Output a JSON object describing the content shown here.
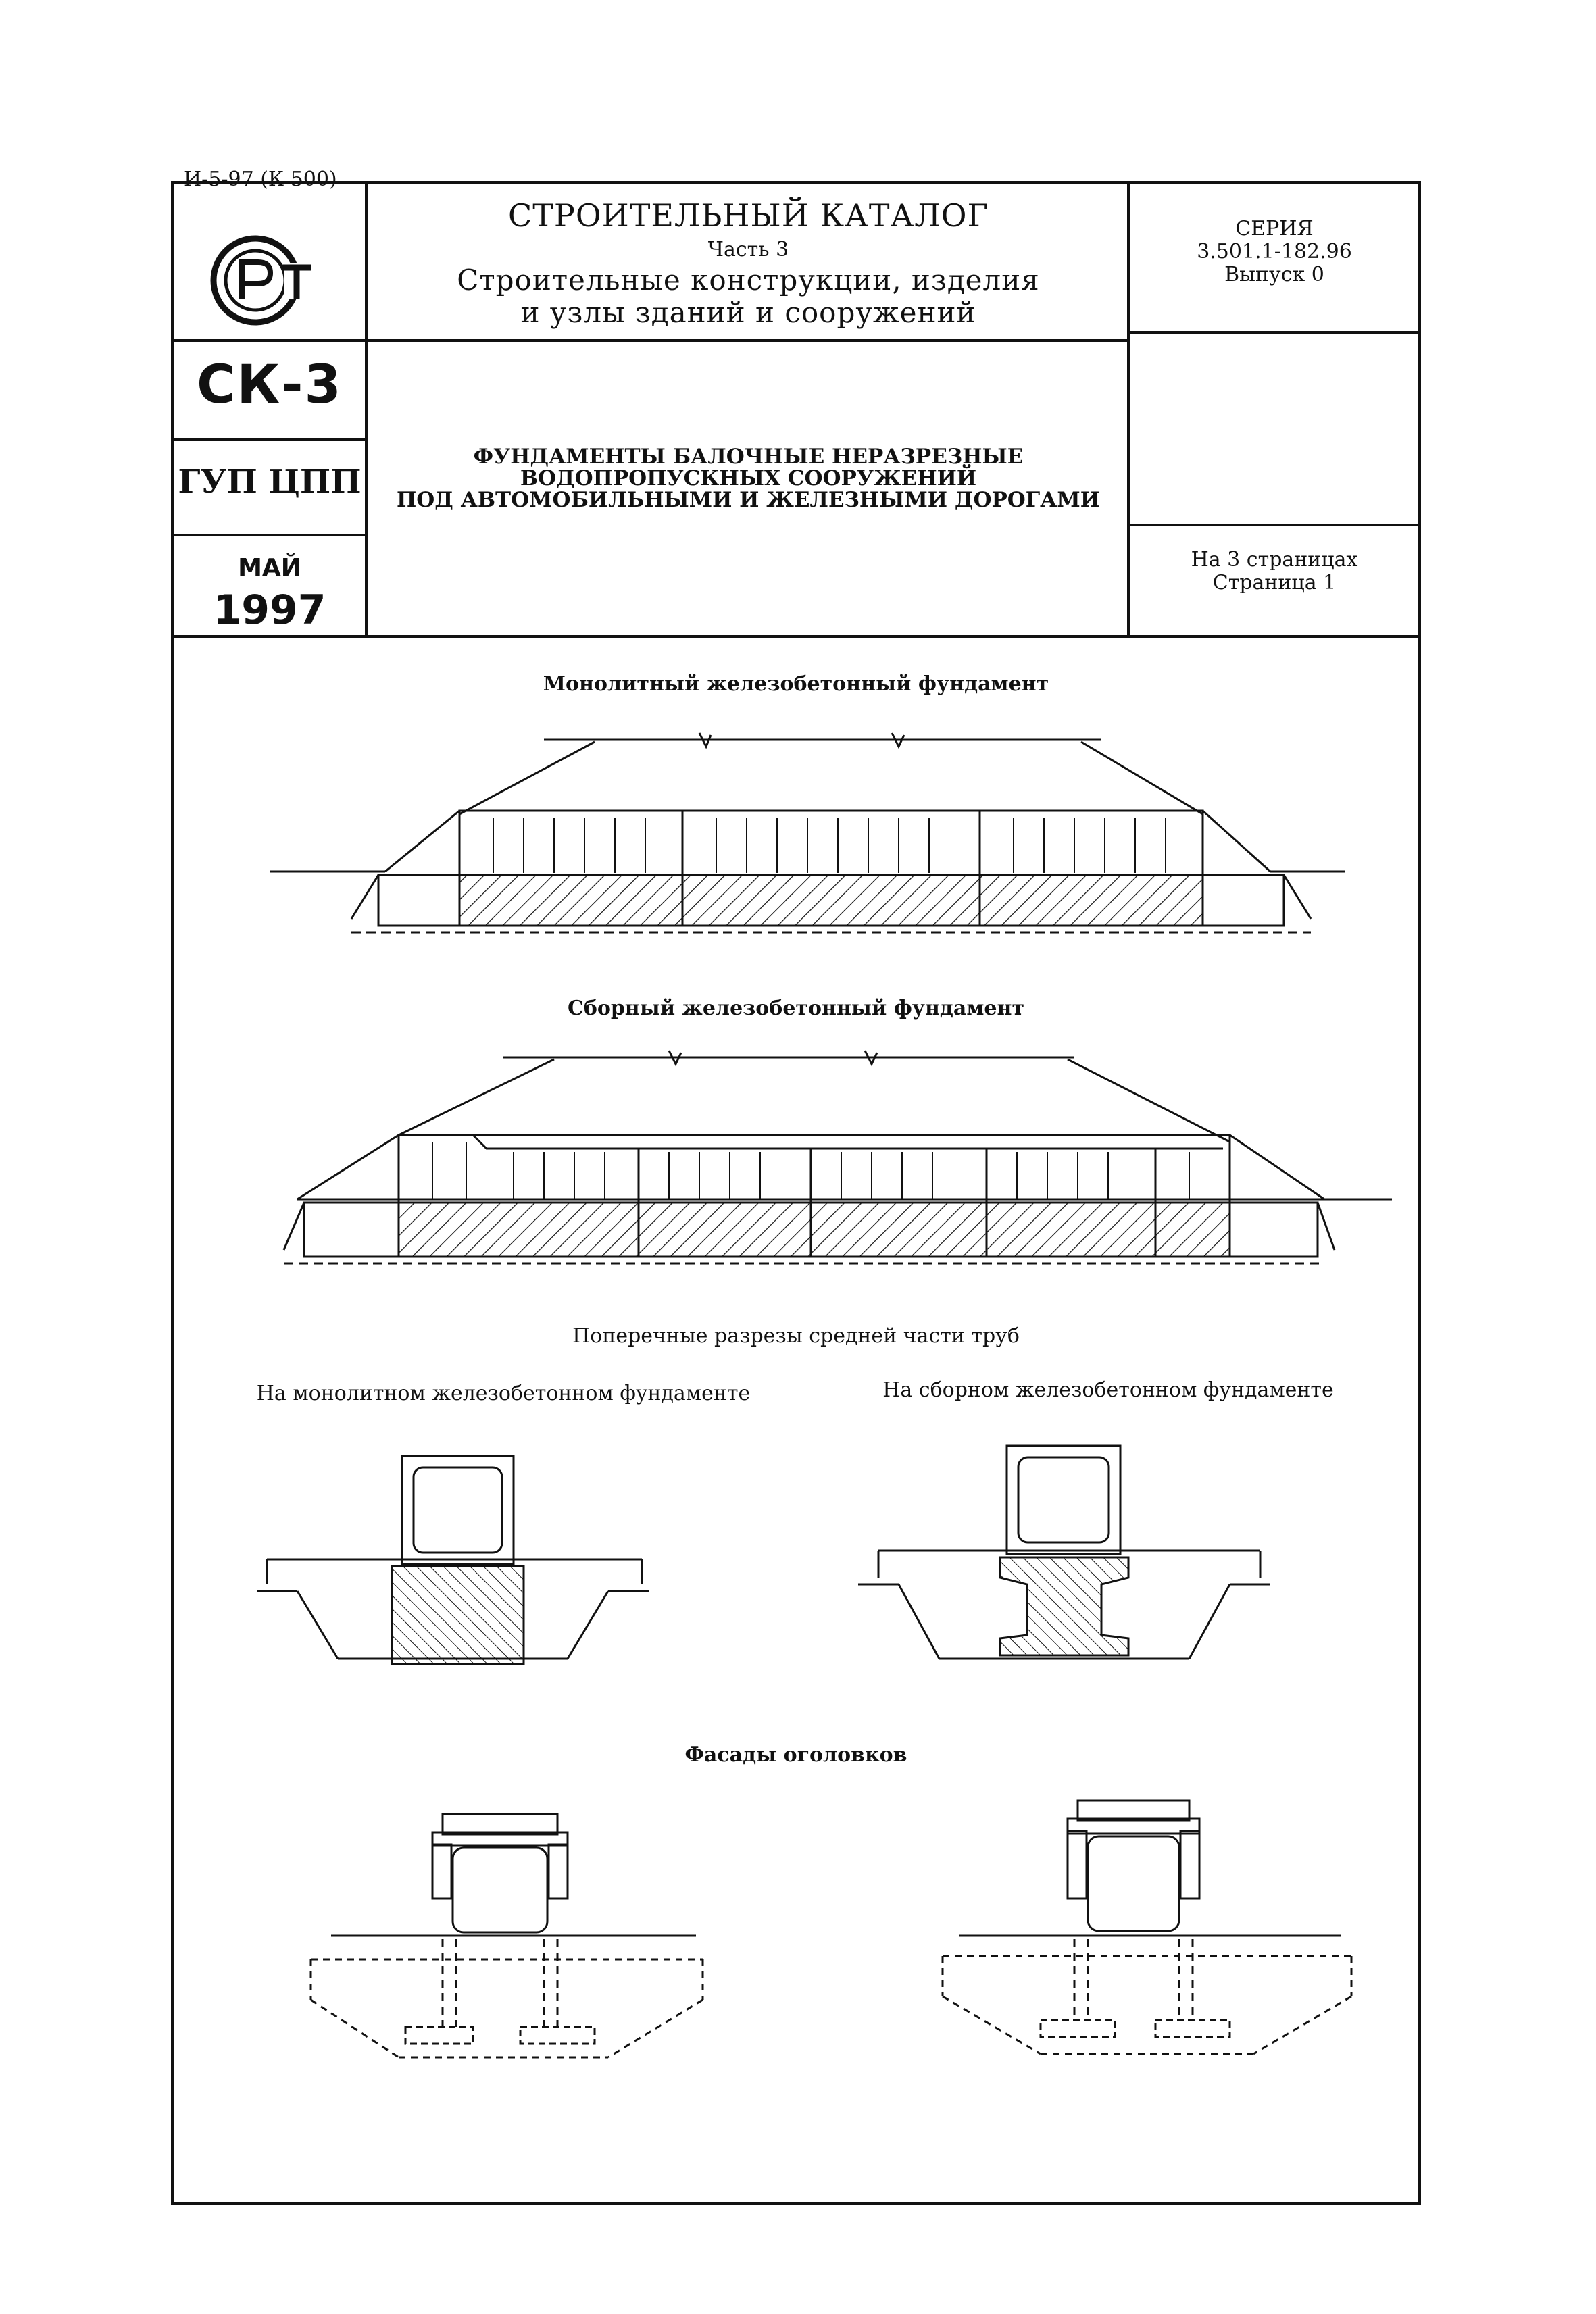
{
  "doc_code": "И-5-97 (К 500)",
  "logo": {
    "name": "rst-certification-mark",
    "text": "РСТ"
  },
  "sidebar": {
    "catalog_code": "СК-3",
    "org": "ГУП ЦПП",
    "month": "МАЙ",
    "year": "1997"
  },
  "header": {
    "title": "СТРОИТЕЛЬНЫЙ КАТАЛОГ",
    "part": "Часть 3",
    "subtitle_line1": "Строительные конструкции, изделия",
    "subtitle_line2": "и узлы зданий и сооружений"
  },
  "document": {
    "name_line1": "ФУНДАМЕНТЫ БАЛОЧНЫЕ НЕРАЗРЕЗНЫЕ",
    "name_line2": "ВОДОПРОПУСКНЫХ СООРУЖЕНИЙ",
    "name_line3": "ПОД АВТОМОБИЛЬНЫМИ И ЖЕЛЕЗНЫМИ ДОРОГАМИ"
  },
  "series_block": {
    "label": "СЕРИЯ",
    "number": "3.501.1-182.96",
    "issue": "Выпуск 0"
  },
  "pages_block": {
    "total": "На 3 страницах",
    "current": "Страница 1"
  },
  "captions": {
    "monolithic": "Монолитный железобетонный фундамент",
    "prefab": "Сборный железобетонный фундамент",
    "cross_sections": "Поперечные разрезы средней части труб",
    "on_monolithic": "На монолитном железобетонном фундаменте",
    "on_prefab": "На сборном железобетонном фундаменте",
    "facades": "Фасады оголовков"
  }
}
